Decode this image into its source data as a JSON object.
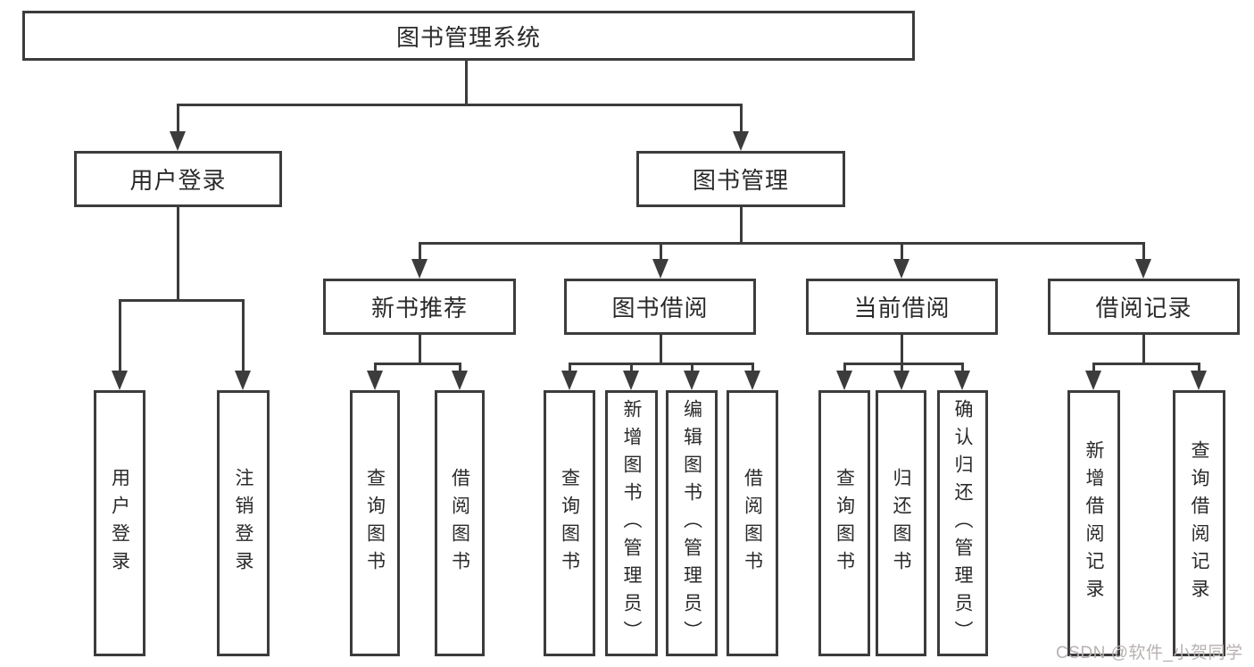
{
  "diagram_title": "图书管理系统",
  "watermark": "CSDN @软件_小贺同学",
  "colors": {
    "line": "#3c3c3c",
    "text": "#2a2a2a",
    "box_background": "#ffffff",
    "watermark": "#b9b1b1"
  },
  "nodes": [
    {
      "id": "root",
      "label": "图书管理系统",
      "level": 1,
      "parent": null,
      "orientation": "horizontal"
    },
    {
      "id": "user-login",
      "label": "用户登录",
      "level": 2,
      "parent": "root",
      "orientation": "horizontal"
    },
    {
      "id": "book-management",
      "label": "图书管理",
      "level": 2,
      "parent": "root",
      "orientation": "horizontal"
    },
    {
      "id": "new-book-recommend",
      "label": "新书推荐",
      "level": 3,
      "parent": "book-management",
      "orientation": "horizontal"
    },
    {
      "id": "book-borrowing",
      "label": "图书借阅",
      "level": 3,
      "parent": "book-management",
      "orientation": "horizontal"
    },
    {
      "id": "current-borrowing",
      "label": "当前借阅",
      "level": 3,
      "parent": "book-management",
      "orientation": "horizontal"
    },
    {
      "id": "borrowing-records",
      "label": "借阅记录",
      "level": 3,
      "parent": "book-management",
      "orientation": "horizontal"
    },
    {
      "id": "leaf-user-login",
      "label": "用户登录",
      "level": 4,
      "parent": "user-login",
      "orientation": "vertical"
    },
    {
      "id": "leaf-logout",
      "label": "注销登录",
      "level": 4,
      "parent": "user-login",
      "orientation": "vertical"
    },
    {
      "id": "leaf-query-book-1",
      "label": "查询图书",
      "level": 4,
      "parent": "new-book-recommend",
      "orientation": "vertical"
    },
    {
      "id": "leaf-borrow-book-1",
      "label": "借阅图书",
      "level": 4,
      "parent": "new-book-recommend",
      "orientation": "vertical"
    },
    {
      "id": "leaf-query-book-2",
      "label": "查询图书",
      "level": 4,
      "parent": "book-borrowing",
      "orientation": "vertical"
    },
    {
      "id": "leaf-add-book",
      "label": "新增图书（管理员）",
      "level": 4,
      "parent": "book-borrowing",
      "orientation": "vertical"
    },
    {
      "id": "leaf-edit-book",
      "label": "编辑图书（管理员）",
      "level": 4,
      "parent": "book-borrowing",
      "orientation": "vertical"
    },
    {
      "id": "leaf-borrow-book-2",
      "label": "借阅图书",
      "level": 4,
      "parent": "book-borrowing",
      "orientation": "vertical"
    },
    {
      "id": "leaf-query-book-3",
      "label": "查询图书",
      "level": 4,
      "parent": "current-borrowing",
      "orientation": "vertical"
    },
    {
      "id": "leaf-return-book",
      "label": "归还图书",
      "level": 4,
      "parent": "current-borrowing",
      "orientation": "vertical"
    },
    {
      "id": "leaf-confirm-return",
      "label": "确认归还（管理员）",
      "level": 4,
      "parent": "current-borrowing",
      "orientation": "vertical"
    },
    {
      "id": "leaf-add-record",
      "label": "新增借阅记录",
      "level": 4,
      "parent": "borrowing-records",
      "orientation": "vertical"
    },
    {
      "id": "leaf-query-record",
      "label": "查询借阅记录",
      "level": 4,
      "parent": "borrowing-records",
      "orientation": "vertical"
    }
  ]
}
